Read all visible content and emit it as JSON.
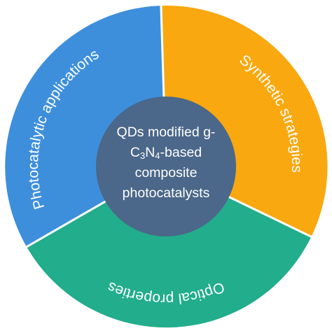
{
  "segments": [
    {
      "id": "applications",
      "label": "Photocatalytic applications",
      "color": "#3d8fdc"
    },
    {
      "id": "strategies",
      "label": "Synthetic strategies",
      "color": "#f9a80f"
    },
    {
      "id": "optical",
      "label": "Optical properties",
      "color": "#22ad8c"
    }
  ],
  "hub": {
    "color": "#4b6789",
    "line1": "QDs modified g-",
    "line2_c": "C",
    "line2_c_sub": "3",
    "line2_n": "N",
    "line2_n_sub": "4",
    "line2_rest": "-based",
    "line3": "composite",
    "line4": "photocatalysts"
  }
}
